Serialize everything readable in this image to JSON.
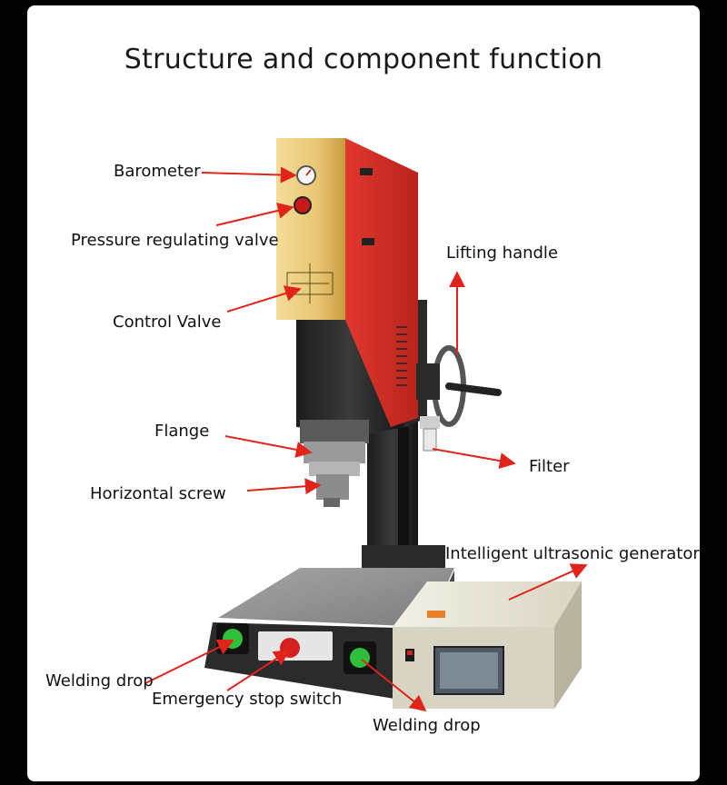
{
  "title": "Structure and component function",
  "labels": {
    "barometer": "Barometer",
    "pressure_regulating_valve": "Pressure regulating valve",
    "control_valve": "Control Valve",
    "flange": "Flange",
    "horizontal_screw": "Horizontal screw",
    "lifting_handle": "Lifting handle",
    "filter": "Filter",
    "generator": "Intelligent ultrasonic generator",
    "welding_drop_left": "Welding drop",
    "emergency_stop_switch": "Emergency stop switch",
    "welding_drop_right": "Welding drop"
  },
  "colors": {
    "arrow": "#e0241b",
    "gold_panel": "#e8c673",
    "red_body": "#e0332a",
    "column": "#2b2b2b",
    "base": "#8f8f8f",
    "generator_box": "#e6e3d6",
    "green_button": "#2fbf3a",
    "red_button": "#d62020"
  }
}
